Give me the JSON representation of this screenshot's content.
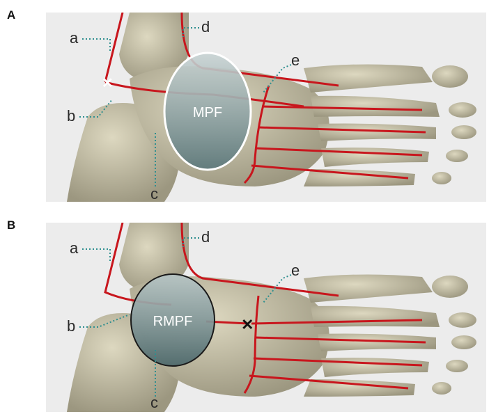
{
  "panels": [
    {
      "id": "A",
      "flap_label": "MPF",
      "labels": {
        "a": "a",
        "b": "b",
        "c": "c",
        "d": "d",
        "e": "e"
      }
    },
    {
      "id": "B",
      "flap_label": "RMPF",
      "labels": {
        "a": "a",
        "b": "b",
        "c": "c",
        "d": "d",
        "e": "e"
      }
    }
  ],
  "colors": {
    "background": "#ececec",
    "bone": "#c9c3a8",
    "bone_dark": "#8f8a72",
    "artery": "#c8161d",
    "leader": "#2e8f8f",
    "flap_fill": "#8fa6a8"
  }
}
